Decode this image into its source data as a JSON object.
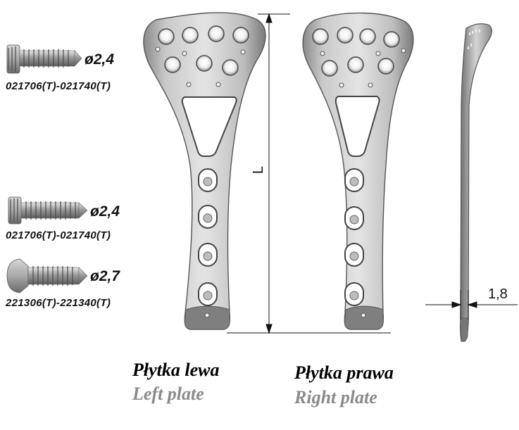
{
  "screws": [
    {
      "diameter": "ø2,4",
      "code": "021706(T)-021740(T)"
    },
    {
      "diameter": "ø2,4",
      "code": "021706(T)-021740(T)"
    },
    {
      "diameter": "ø2,7",
      "code": "221306(T)-221340(T)"
    }
  ],
  "captions": {
    "left_pl": "Płytka lewa",
    "left_en": "Left plate",
    "right_pl": "Płytka prawa",
    "right_en": "Right plate"
  },
  "dimensions": {
    "length": "L",
    "thickness": "1,8"
  },
  "colors": {
    "plate_light": "#d9d9d9",
    "plate_dark": "#6e6e6e",
    "caption_gray": "#8a8a8a"
  }
}
